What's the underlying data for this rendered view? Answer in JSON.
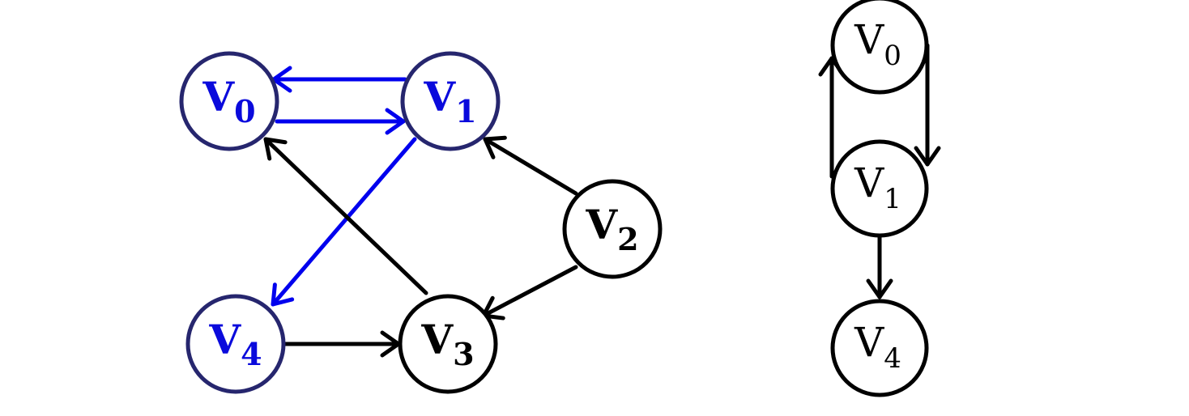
{
  "colors": {
    "highlight_stroke": "#0000ee",
    "highlight_text": "#0a0adc",
    "highlight_node_border": "#26266e",
    "default": "#000000",
    "background": "#ffffff"
  },
  "left_graph": {
    "nodes": [
      {
        "id": "v0",
        "letter": "V",
        "sub": "0",
        "highlight": true
      },
      {
        "id": "v1",
        "letter": "V",
        "sub": "1",
        "highlight": true
      },
      {
        "id": "v2",
        "letter": "V",
        "sub": "2",
        "highlight": false
      },
      {
        "id": "v3",
        "letter": "V",
        "sub": "3",
        "highlight": false
      },
      {
        "id": "v4",
        "letter": "V",
        "sub": "4",
        "highlight": true
      }
    ],
    "edges": [
      {
        "from": "v1",
        "to": "v0",
        "highlight": true
      },
      {
        "from": "v0",
        "to": "v1",
        "highlight": true
      },
      {
        "from": "v1",
        "to": "v4",
        "highlight": true
      },
      {
        "from": "v2",
        "to": "v1",
        "highlight": false
      },
      {
        "from": "v2",
        "to": "v3",
        "highlight": false
      },
      {
        "from": "v3",
        "to": "v0",
        "highlight": false
      },
      {
        "from": "v4",
        "to": "v3",
        "highlight": false
      }
    ]
  },
  "right_graph": {
    "nodes": [
      {
        "id": "v0",
        "letter": "V",
        "sub": "0"
      },
      {
        "id": "v1",
        "letter": "V",
        "sub": "1"
      },
      {
        "id": "v4",
        "letter": "V",
        "sub": "4"
      }
    ],
    "edges": [
      {
        "from": "v1",
        "to": "v0"
      },
      {
        "from": "v0",
        "to": "v1"
      },
      {
        "from": "v1",
        "to": "v4"
      }
    ]
  }
}
